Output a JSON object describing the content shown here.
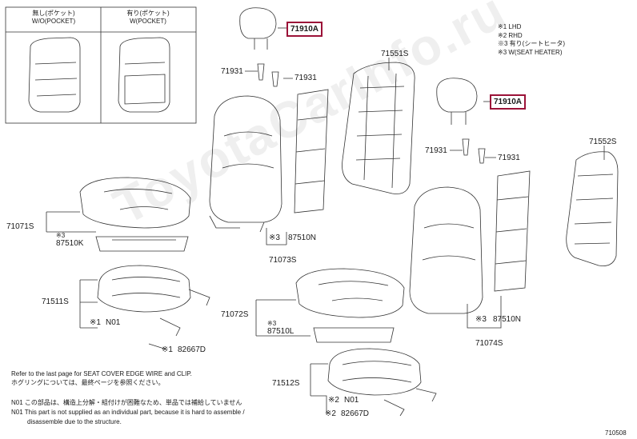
{
  "inset": {
    "left_title_jp": "無し(ポケット)",
    "left_title_en": "W/O(POCKET)",
    "right_title_jp": "有り(ポケット)",
    "right_title_en": "W(POCKET)"
  },
  "legend": [
    "※1 LHD",
    "※2 RHD",
    "※3 有り(シートヒータ)",
    "※3 W(SEAT HEATER)"
  ],
  "parts": {
    "headrest_1": "71910A",
    "headrest_2": "71910A",
    "guide_1a": "71931",
    "guide_1b": "71931",
    "guide_2a": "71931",
    "guide_2b": "71931",
    "back_frame_1": "71551S",
    "back_frame_2": "71552S",
    "back_pad_1": "87510N",
    "back_pad_1_mark": "※3",
    "back_assy_1": "71073S",
    "back_pad_2": "87510N",
    "back_pad_2_mark": "※3",
    "back_assy_2": "71074S",
    "cushion_1": "71071S",
    "cushion_pad_1_mark": "※3",
    "cushion_pad_1": "87510K",
    "frame_1": "71511S",
    "n01_1_mark": "※1",
    "n01_1": "N01",
    "clip_1_mark": "※1",
    "clip_1": "82667D",
    "cushion_2": "71072S",
    "cushion_pad_2_mark": "※3",
    "cushion_pad_2": "87510L",
    "frame_2": "71512S",
    "n01_2_mark": "※2",
    "n01_2": "N01",
    "clip_2_mark": "※2",
    "clip_2": "82667D"
  },
  "notes": {
    "line1": "Refer to the last page for SEAT COVER EDGE WIRE and CLIP.",
    "line2": "ホグリングについては、最終ページを参照ください。",
    "line3": "N01 この部品は、構造上分解・組付けが困難なため、単品では補給していません",
    "line4": "N01 This part is not supplied as an individual part, because it is hard to assemble /",
    "line5": "disassemble due to the structure."
  },
  "figure_id": "710508",
  "watermark": "ToyotaCarInfo.ru"
}
